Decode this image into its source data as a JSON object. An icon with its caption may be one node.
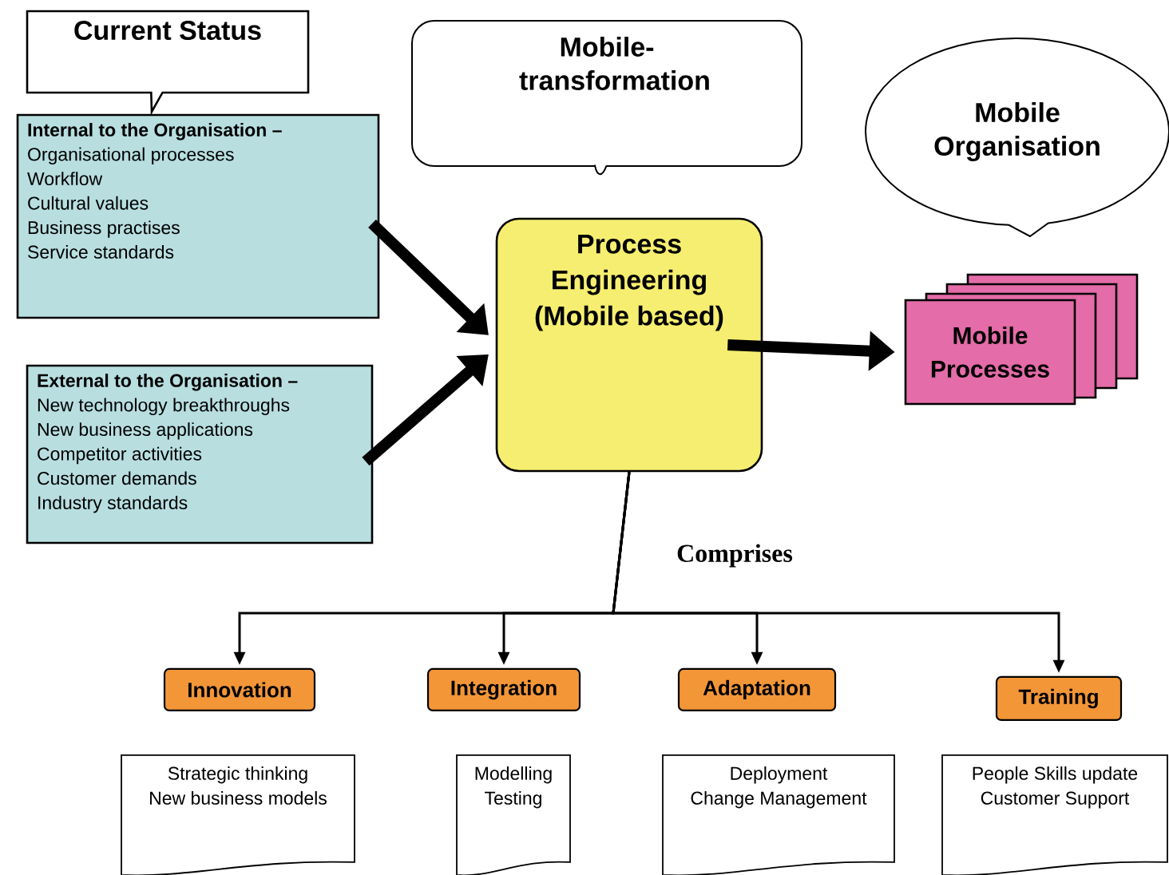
{
  "diagram": {
    "nodes": [
      {
        "text": [
          "Current Status"
        ]
      },
      {
        "text": [
          "Internal to the Organisation –",
          "Organisational processes",
          "Workflow",
          "Cultural values",
          "Business practises",
          "Service standards"
        ]
      },
      {
        "text": [
          "External to the Organisation –",
          "New technology breakthroughs",
          "New business applications",
          "Competitor activities",
          "Customer demands",
          "Industry standards"
        ]
      },
      {
        "text": [
          "Mobile-transformation"
        ]
      },
      {
        "text": [
          "Mobile Organisation"
        ]
      },
      {
        "text": [
          "Process Engineering (Mobile based)"
        ]
      },
      {
        "text": [
          "Mobile Processes"
        ]
      },
      {
        "text": [
          "Innovation"
        ]
      },
      {
        "text": [
          "Integration"
        ]
      },
      {
        "text": [
          "Adaptation"
        ]
      },
      {
        "text": [
          "Training"
        ]
      },
      {
        "text": [
          "Strategic thinking",
          "New business models"
        ]
      },
      {
        "text": [
          "Modelling",
          "Testing"
        ]
      },
      {
        "text": [
          "Deployment",
          "Change Management"
        ]
      },
      {
        "text": [
          "People Skills update",
          "Customer Support"
        ]
      }
    ],
    "edges": [
      {
        "from": 1,
        "to": 5,
        "arrow": "to",
        "style": "thick"
      },
      {
        "from": 2,
        "to": 5,
        "arrow": "to",
        "style": "thick"
      },
      {
        "from": 5,
        "to": 6,
        "arrow": "to",
        "style": "thick"
      },
      {
        "from": 5,
        "to": 7,
        "arrow": "to"
      },
      {
        "from": 5,
        "to": 8,
        "arrow": "to"
      },
      {
        "from": 5,
        "to": 9,
        "arrow": "to"
      },
      {
        "from": 5,
        "to": 10,
        "arrow": "to"
      }
    ],
    "labels": [
      "Comprises"
    ]
  }
}
